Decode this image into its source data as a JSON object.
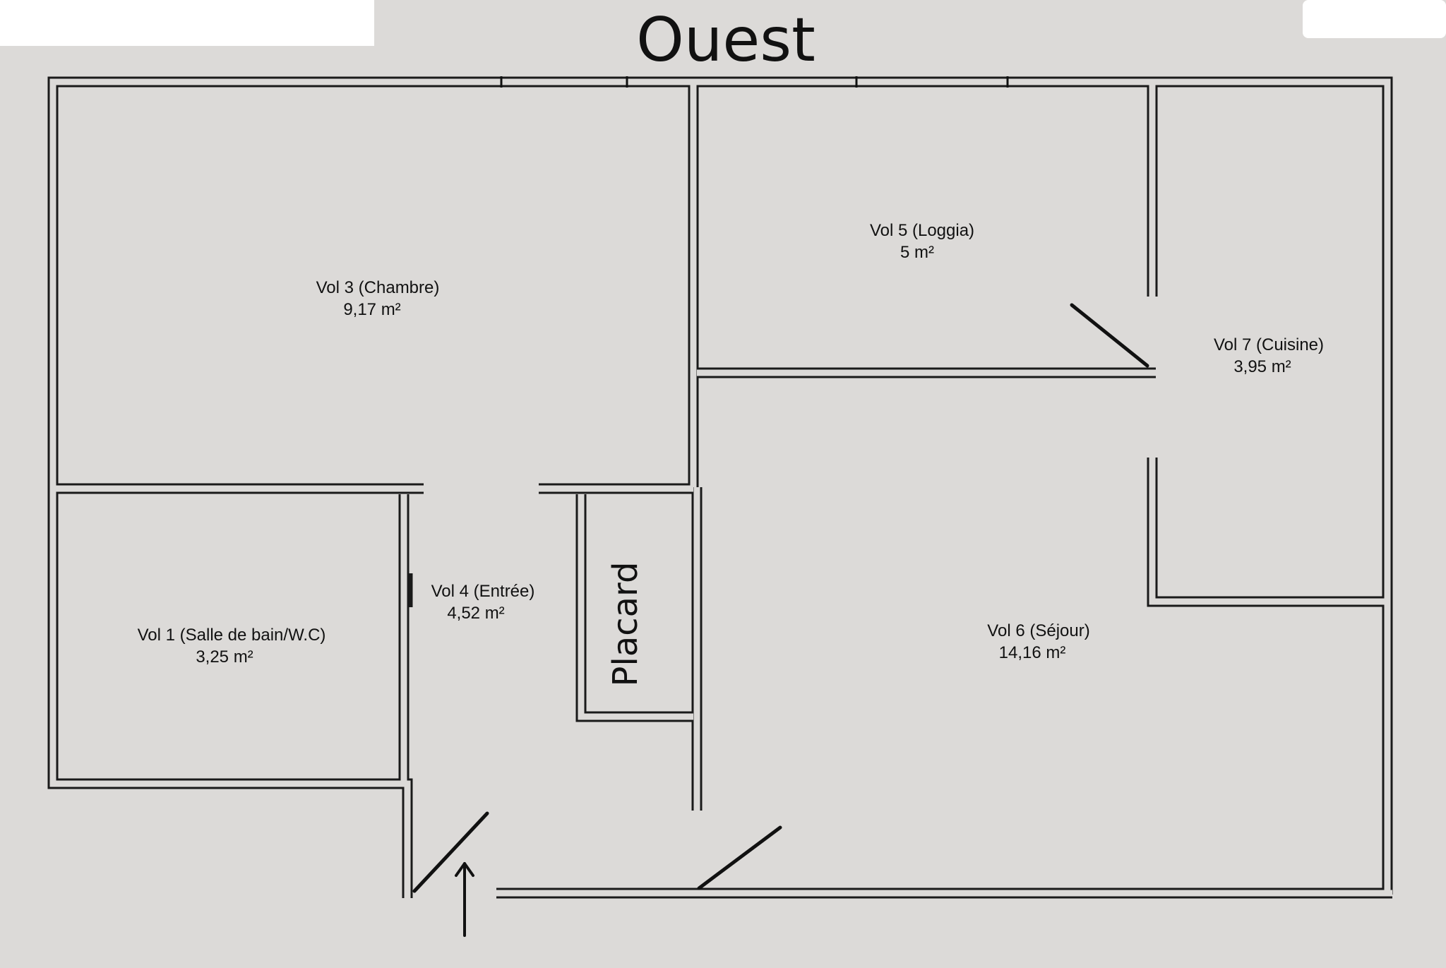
{
  "orientation_label": "Ouest",
  "rooms": [
    {
      "name": "Vol 3 (Chambre)",
      "area": "9,17 m²"
    },
    {
      "name": "Vol 5 (Loggia)",
      "area": "5 m²"
    },
    {
      "name": "Vol 7 (Cuisine)",
      "area": "3,95 m²"
    },
    {
      "name": "Vol 4 (Entrée)",
      "area": "4,52 m²"
    },
    {
      "name": "Vol 1 (Salle de bain/W.C)",
      "area": "3,25 m²"
    },
    {
      "name": "Vol 6 (Séjour)",
      "area": "14,16 m²"
    }
  ],
  "closet_label": "Placard",
  "icons": [
    "entrance-arrow-icon"
  ]
}
